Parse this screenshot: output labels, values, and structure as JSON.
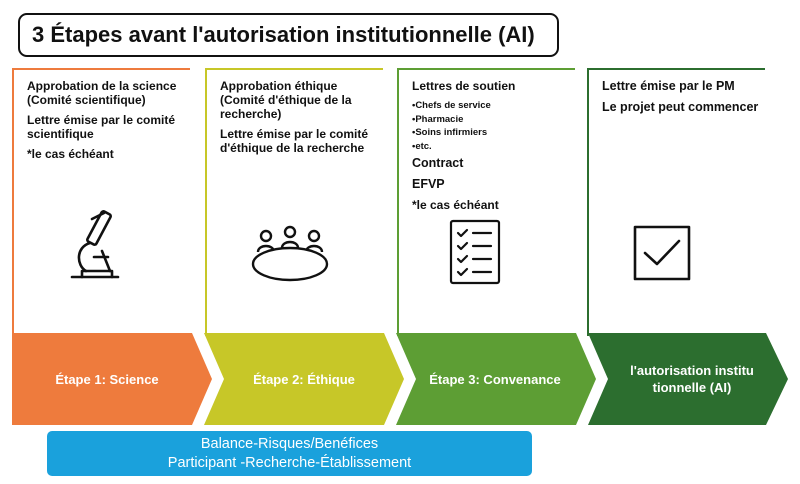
{
  "title": "3 Étapes avant l'autorisation institutionnelle (AI)",
  "columns": [
    {
      "lines": [
        "Approbation de la science",
        "(Comité scientifique)"
      ],
      "lines2": [
        "Lettre émise par le comité",
        "scientifique"
      ],
      "note": "*le cas échéant",
      "icon": "microscope-icon",
      "color": "#ee7b3d"
    },
    {
      "lines": [
        "Approbation éthique",
        "(Comité d'éthique de la",
        "recherche)"
      ],
      "lines2": [
        "Lettre émise par le comité",
        "d'éthique de la recherche"
      ],
      "icon": "meeting-table-icon",
      "color": "#c7c728"
    },
    {
      "heading": "Lettres de soutien",
      "bullets": [
        "•Chefs de service",
        "•Pharmacie",
        "•Soins infirmiers",
        "•etc."
      ],
      "item1": "Contract",
      "item2": "EFVP",
      "note": "*le cas échéant",
      "icon": "checklist-icon",
      "color": "#5d9e34"
    },
    {
      "line1": "Lettre émise par le PM",
      "line2": "Le projet peut commencer",
      "icon": "checkbox-icon",
      "color": "#2c6e2f"
    }
  ],
  "arrows": [
    {
      "label": "Étape 1: Science",
      "color": "#ee7b3d"
    },
    {
      "label": "Étape 2: Éthique",
      "color": "#c7c728"
    },
    {
      "label": "Étape 3: Convenance",
      "color": "#5d9e34"
    },
    {
      "label_line1": "l'autorisation institu",
      "label_line2": "tionnelle (AI)",
      "color": "#2c6e2f"
    }
  ],
  "banner": {
    "line1": "Balance-Risques/Benéfices",
    "line2": "Participant -Recherche-Établissement",
    "color": "#1aa1dc"
  }
}
